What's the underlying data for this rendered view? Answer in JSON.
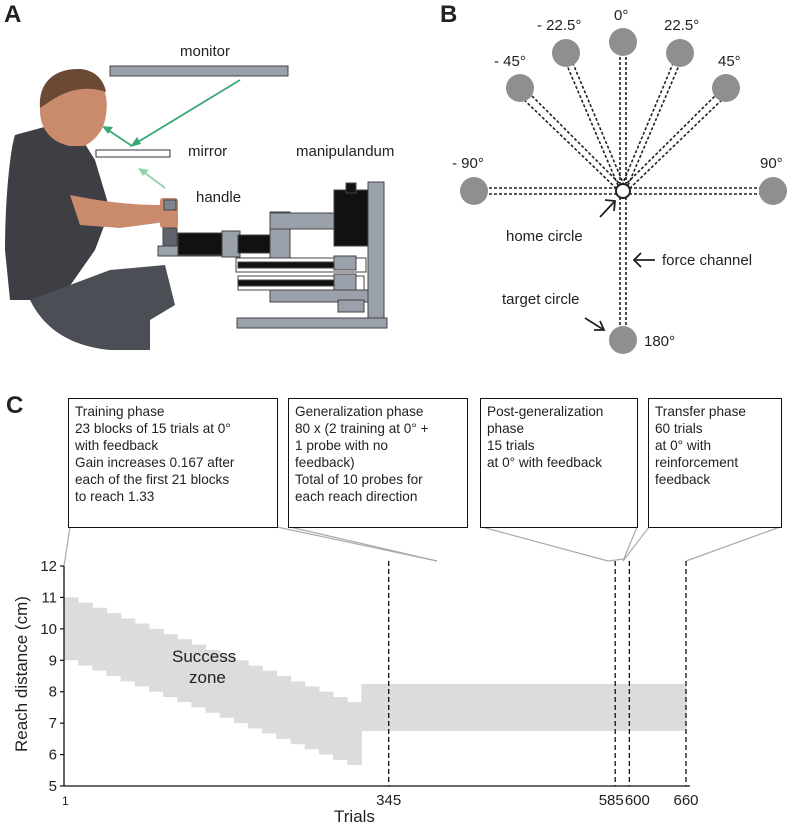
{
  "panel_a": {
    "letter": "A",
    "labels": {
      "monitor": "monitor",
      "mirror": "mirror",
      "manipulandum": "manipulandum",
      "handle": "handle"
    }
  },
  "panel_b": {
    "letter": "B",
    "angles": {
      "a_m90": "- 90°",
      "a_m45": "- 45°",
      "a_m22": "- 22.5°",
      "a_0": "0°",
      "a_22": "22.5°",
      "a_45": "45°",
      "a_90": "90°",
      "a_180": "180°"
    },
    "labels": {
      "home": "home circle",
      "force": "force channel",
      "target": "target circle"
    }
  },
  "panel_c": {
    "letter": "C",
    "boxes": {
      "training": [
        "Training phase",
        "23 blocks of 15 trials at 0°",
        "with feedback",
        "Gain increases 0.167 after",
        "each of the first 21 blocks",
        "to reach 1.33"
      ],
      "generalization": [
        "Generalization phase",
        "80 x (2 training at 0° +",
        "1 probe with no",
        "feedback)",
        "Total of 10 probes for",
        "each reach direction"
      ],
      "post": [
        "Post-generalization",
        "phase",
        "15 trials",
        "at 0° with feedback"
      ],
      "transfer": [
        "Transfer phase",
        "60 trials",
        "at 0° with",
        "reinforcement",
        "feedback"
      ]
    },
    "success_zone": [
      "Success",
      "zone"
    ]
  },
  "chart_data": {
    "type": "area",
    "xlabel": "Trials",
    "ylabel": "Reach distance (cm)",
    "xticks": [
      1,
      345,
      585,
      600,
      660
    ],
    "yticks": [
      5,
      6,
      7,
      8,
      9,
      10,
      11,
      12
    ],
    "ylim": [
      5,
      12
    ],
    "xlim": [
      1,
      660
    ],
    "phase_boundaries": [
      345,
      585,
      600,
      660
    ],
    "series": [
      {
        "name": "Success zone",
        "x_blocks": [
          1,
          16,
          31,
          46,
          61,
          76,
          91,
          106,
          121,
          136,
          151,
          166,
          181,
          196,
          211,
          226,
          241,
          256,
          271,
          286,
          301,
          316,
          660
        ],
        "lower": [
          9.0,
          8.83,
          8.67,
          8.5,
          8.33,
          8.17,
          8.0,
          7.83,
          7.67,
          7.5,
          7.33,
          7.17,
          7.0,
          6.83,
          6.67,
          6.5,
          6.33,
          6.17,
          6.0,
          5.83,
          5.67,
          6.75,
          6.75
        ],
        "upper": [
          11.0,
          10.83,
          10.67,
          10.5,
          10.33,
          10.17,
          10.0,
          9.83,
          9.67,
          9.5,
          9.33,
          9.17,
          9.0,
          8.83,
          8.67,
          8.5,
          8.33,
          8.17,
          8.0,
          7.83,
          7.67,
          8.25,
          8.25
        ]
      }
    ]
  }
}
